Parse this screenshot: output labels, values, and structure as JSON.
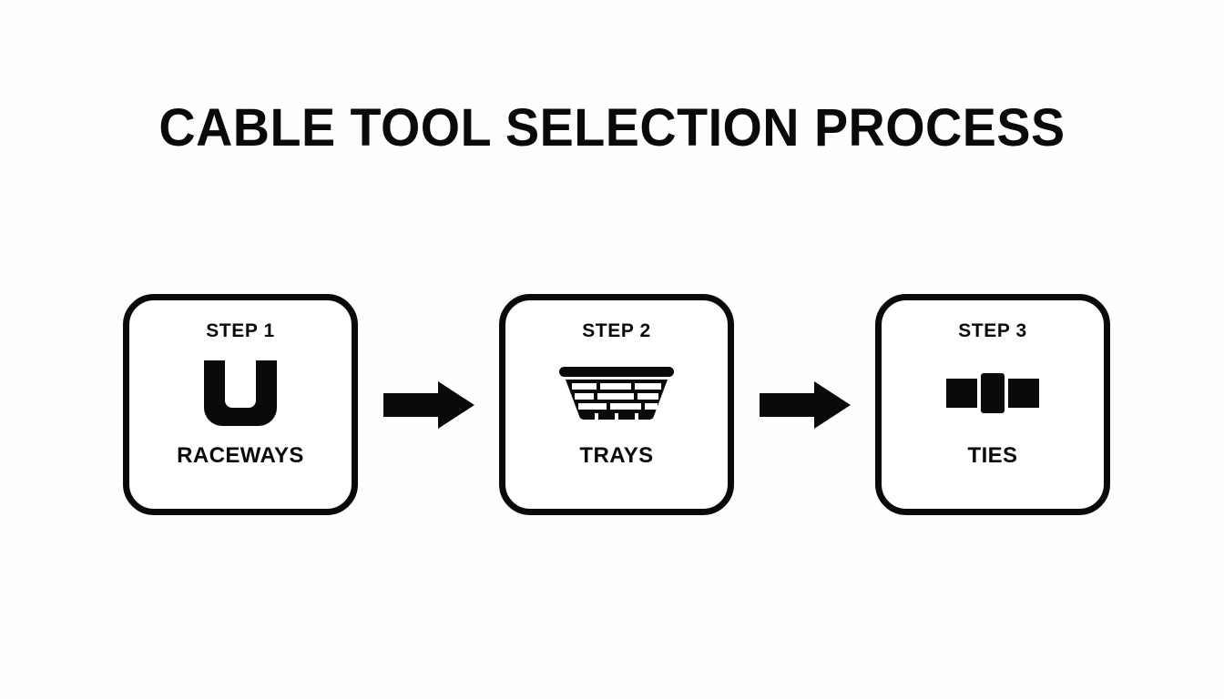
{
  "page": {
    "title": "CABLE TOOL SELECTION PROCESS",
    "background_color": "#fdfeff",
    "ink_color": "#0a0a0a"
  },
  "flow": {
    "steps": [
      {
        "label": "STEP 1",
        "name": "RACEWAYS",
        "icon": "u-channel-raceway-icon"
      },
      {
        "label": "STEP 2",
        "name": "TRAYS",
        "icon": "mesh-cable-tray-basket-icon"
      },
      {
        "label": "STEP 3",
        "name": "TIES",
        "icon": "cable-tie-blocks-icon"
      }
    ],
    "connectors": [
      {
        "icon": "arrow-right-icon"
      },
      {
        "icon": "arrow-right-icon"
      }
    ]
  }
}
